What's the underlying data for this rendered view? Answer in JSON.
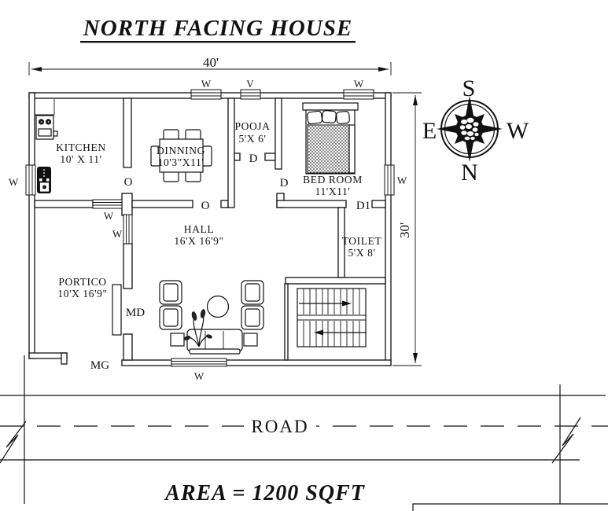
{
  "title": "NORTH FACING HOUSE",
  "area": "AREA = 1200 SQFT",
  "road": "ROAD",
  "dim": {
    "width": "40'",
    "height": "30'"
  },
  "compass": {
    "top": "S",
    "bottom": "N",
    "left": "E",
    "right": "W"
  },
  "rooms": {
    "kitchen": {
      "name": "KITCHEN",
      "size": "10' X 11'"
    },
    "dinning": {
      "name": "DINNING",
      "size": "10'3\"X11'"
    },
    "pooja": {
      "name": "POOJA",
      "size": "5'X 6'"
    },
    "bedroom": {
      "name": "BED ROOM",
      "size": "11'X11'"
    },
    "hall": {
      "name": "HALL",
      "size": "16'X 16'9\""
    },
    "portico": {
      "name": "PORTICO",
      "size": "10'X 16'9\""
    },
    "toilet": {
      "name": "TOILET",
      "size": "5'X 8'"
    }
  },
  "openings": {
    "window": "W",
    "ventilator": "V",
    "door": "D",
    "door1": "D1",
    "opening": "O",
    "main_door": "MD",
    "main_gate": "MG"
  },
  "colors": {
    "ink": "#111111",
    "paper": "#ffffff"
  }
}
